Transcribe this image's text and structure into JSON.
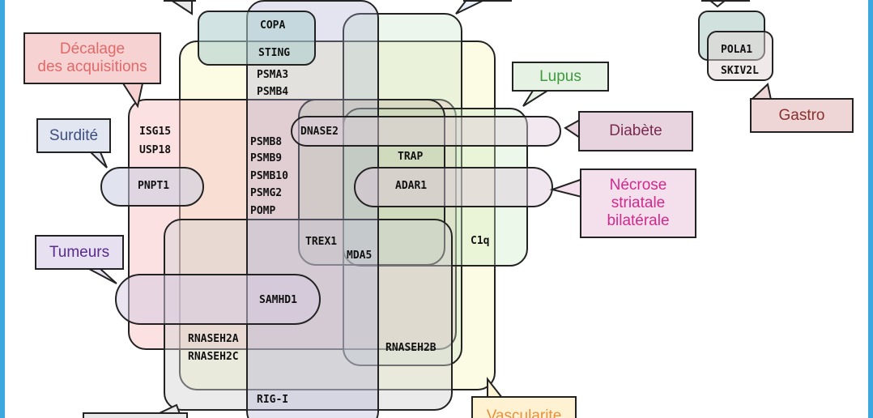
{
  "phenotypes": {
    "decalage": "Décalage\ndes acquisitions",
    "surdite": "Surdité",
    "tumeurs": "Tumeurs",
    "lupus": "Lupus",
    "diabete": "Diabète",
    "necrose": "Nécrose\nstriatale\nbilatérale",
    "gastro": "Gastro",
    "vascularite": "Vascularite"
  },
  "genes": {
    "copa": "COPA",
    "sting": "STING",
    "psma3": "PSMA3",
    "psmb4": "PSMB4",
    "psmb8": "PSMB8",
    "psmb9": "PSMB9",
    "psmb10": "PSMB10",
    "psmg2": "PSMG2",
    "pomp": "POMP",
    "isg15": "ISG15",
    "usp18": "USP18",
    "pnpt1": "PNPT1",
    "dnase2": "DNASE2",
    "trap": "TRAP",
    "adar1": "ADAR1",
    "trex1": "TREX1",
    "mda5": "MDA5",
    "c1q": "C1q",
    "samhd1": "SAMHD1",
    "rnaseh2a": "RNASEH2A",
    "rnaseh2c": "RNASEH2C",
    "rnaseh2b": "RNASEH2B",
    "rigi": "RIG-I",
    "pola1": "POLA1",
    "skiv2l": "SKIV2L"
  },
  "colors": {
    "frame_border": "#3ba8e0",
    "vascularite_text": "#e8913a",
    "decalage_text": "#e06a6a",
    "surdite_text": "#3c4f80",
    "tumeurs_text": "#5a2a8c",
    "lupus_text": "#3f9a3f",
    "diabete_text": "#7a2a50",
    "necrose_text": "#d02a8c",
    "gastro_text": "#8a3030"
  }
}
